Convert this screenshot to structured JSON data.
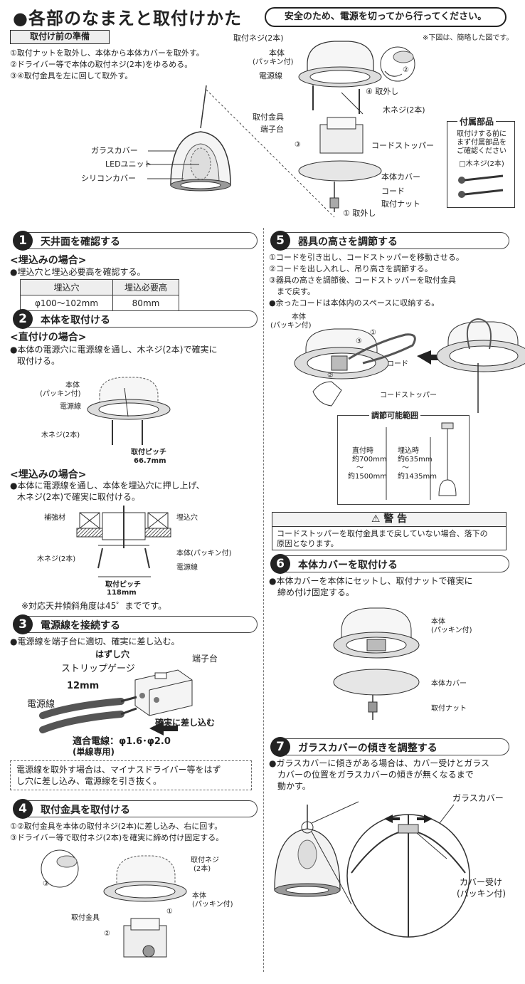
{
  "header": {
    "title": "●各部のなまえと取付けかた",
    "safety_note": "安全のため、電源を切ってから行ってください。",
    "figure_note": "※下図は、簡略した図です。"
  },
  "prep": {
    "title": "取付け前の準備",
    "steps": [
      "①取付ナットを取外し、本体から本体カバーを取外す。",
      "②ドライバー等で本体の取付ネジ(2本)をゆるめる。",
      "③④取付金具を左に回して取外す。"
    ]
  },
  "parts_labels": {
    "glass_cover": "ガラスカバー",
    "led_unit": "LEDユニット",
    "silicon_cover": "シリコンカバー",
    "mount_screw": "取付ネジ(2本)",
    "body": "本体",
    "body_packing": "(パッキン付)",
    "power_line": "電源線",
    "remove4": "④ 取外し",
    "wood_screw": "木ネジ(2本)",
    "bracket": "取付金具",
    "terminal": "端子台",
    "cord_stopper": "コードストッパー",
    "body_cover": "本体カバー",
    "cord": "コード",
    "mount_nut": "取付ナット",
    "remove1": "① 取外し",
    "circle2": "②",
    "circle3": "③"
  },
  "accessories": {
    "title": "付属部品",
    "note_lines": [
      "取付けする前に",
      "まず付属部品を",
      "ご確認ください"
    ],
    "item": "□木ネジ(2本)"
  },
  "s1": {
    "num": "1",
    "title": "天井面を確認する",
    "sub": "<埋込みの場合>",
    "line": "●埋込穴と埋込必要高を確認する。",
    "table": {
      "headers": [
        "埋込穴",
        "埋込必要高"
      ],
      "row": [
        "φ100～102mm",
        "80mm"
      ]
    }
  },
  "s2": {
    "num": "2",
    "title": "本体を取付ける",
    "sub1": "<直付けの場合>",
    "line1a": "●本体の電源穴に電源線を通し、木ネジ(2本)で確実に",
    "line1b": "取付ける。",
    "fig1": {
      "body": "本体",
      "packing": "(パッキン付)",
      "power": "電源線",
      "screw": "木ネジ(2本)",
      "pitch": "取付ピッチ",
      "pitch_val": "66.7mm"
    },
    "sub2": "<埋込みの場合>",
    "line2a": "●本体に電源線を通し、本体を埋込穴に押し上げ、",
    "line2b": "木ネジ(2本)で確実に取付ける。",
    "fig2": {
      "reinforce": "補強材",
      "hole": "埋込穴",
      "screw": "木ネジ(2本)",
      "body": "本体(パッキン付)",
      "power": "電源線",
      "pitch": "取付ピッチ",
      "pitch_val": "118mm"
    },
    "note": "※対応天井傾斜角度は45゜までです。"
  },
  "s3": {
    "num": "3",
    "title": "電源線を接続する",
    "line": "●電源線を端子台に適切、確実に差し込む。",
    "fig": {
      "release": "はずし穴",
      "strip": "ストリップゲージ",
      "terminal": "端子台",
      "len": "12mm",
      "power": "電源線",
      "insert": "確実に差し込む",
      "wire": "適合電線：φ1.6･φ2.0",
      "single": "(単線専用)"
    },
    "remove_note_a": "電源線を取外す場合は、マイナスドライバー等をはず",
    "remove_note_b": "し穴に差し込み、電源線を引き抜く。"
  },
  "s4": {
    "num": "4",
    "title": "取付金具を取付ける",
    "line1": "①②取付金具を本体の取付ネジ(2本)に差し込み、右に回す。",
    "line2": "③ドライバー等で取付ネジ(2本)を確実に締め付け固定する。",
    "fig": {
      "screw": "取付ネジ",
      "screw2": "(2本)",
      "body": "本体",
      "packing": "(パッキン付)",
      "bracket": "取付金具",
      "c1": "①",
      "c2": "②",
      "c3": "③"
    }
  },
  "s5": {
    "num": "5",
    "title": "器具の高さを調節する",
    "lines": [
      "①コードを引き出し、コードストッパーを移動させる。",
      "②コードを出し入れし、吊り高さを調節する。",
      "③器具の高さを調節後、コードストッパーを取付金具",
      "　まで戻す。",
      "●余ったコードは本体内のスペースに収納する。"
    ],
    "fig": {
      "body": "本体",
      "packing": "(パッキン付)",
      "cord": "コード",
      "stopper": "コードストッパー",
      "range": "調節可能範囲",
      "direct": "直付時",
      "direct_max": "約700mm",
      "direct_min": "約1500mm",
      "embed": "埋込時",
      "embed_max": "約635mm",
      "embed_min": "約1435mm",
      "tilde": "～",
      "c1": "①",
      "c2": "②",
      "c3": "③"
    },
    "warning": {
      "title": "⚠ 警 告",
      "line1": "コードストッパーを取付金具まで戻していない場合、落下の",
      "line2": "原因となります。"
    }
  },
  "s6": {
    "num": "6",
    "title": "本体カバーを取付ける",
    "line1": "●本体カバーを本体にセットし、取付ナットで確実に",
    "line2": "締め付け固定する。",
    "fig": {
      "body": "本体",
      "packing": "(パッキン付)",
      "cover": "本体カバー",
      "nut": "取付ナット"
    }
  },
  "s7": {
    "num": "7",
    "title": "ガラスカバーの傾きを調整する",
    "line1": "●ガラスカバーに傾きがある場合は、カバー受けとガラス",
    "line2": "カバーの位置をガラスカバーの傾きが無くなるまで",
    "line3": "動かす。",
    "fig": {
      "glass": "ガラスカバー",
      "receiver": "カバー受け",
      "packing": "(パッキン付)"
    }
  }
}
